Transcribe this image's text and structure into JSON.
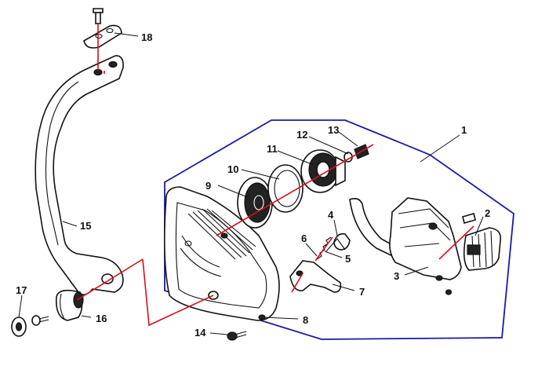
{
  "labels": {
    "p1": "1",
    "p2": "2",
    "p3": "3",
    "p4": "4",
    "p5": "5",
    "p6": "6",
    "p7": "7",
    "p8": "8",
    "p9": "9",
    "p10": "10",
    "p11": "11",
    "p12": "12",
    "p13": "13",
    "p14": "14",
    "p15": "15",
    "p16": "16",
    "p17": "17",
    "p18": "18"
  },
  "colors": {
    "group_outline": "#1a1aa6",
    "assembly_axis": "#d6101c",
    "line_art": "#111111"
  }
}
